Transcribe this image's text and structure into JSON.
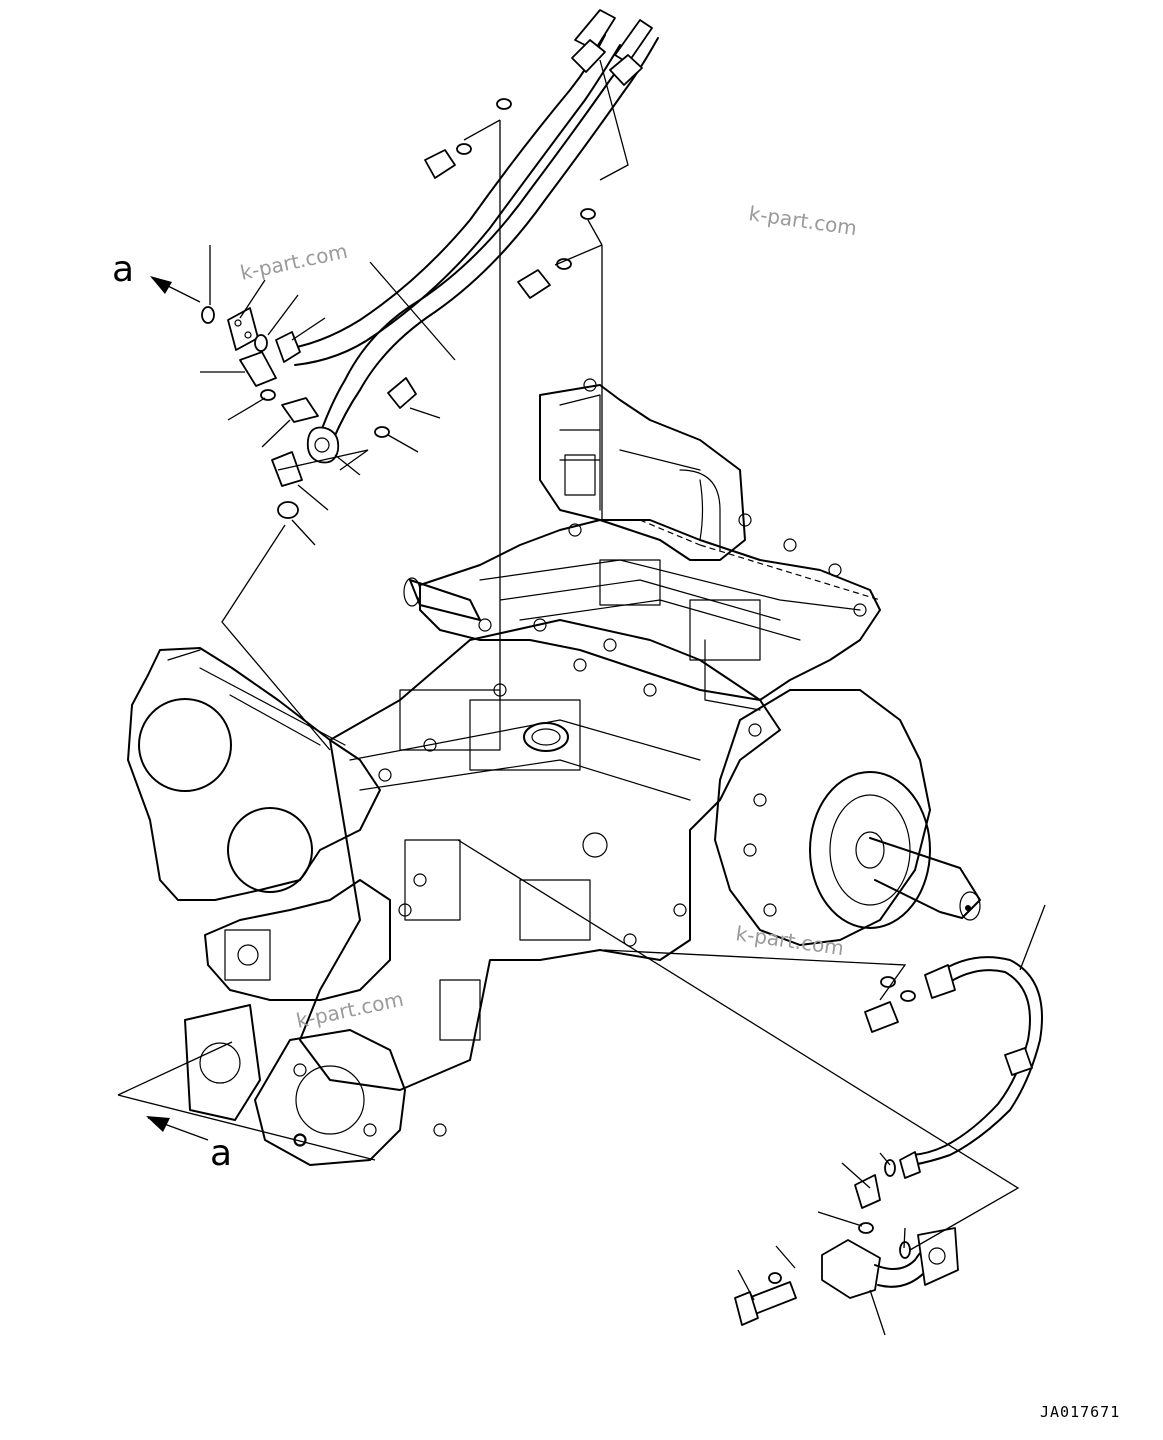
{
  "view_label_top": "a",
  "view_label_bottom": "a",
  "watermarks": [
    "k-part.com",
    "k-part.com",
    "k-part.com",
    "k-part.com"
  ],
  "drawing_number": "JA017671"
}
